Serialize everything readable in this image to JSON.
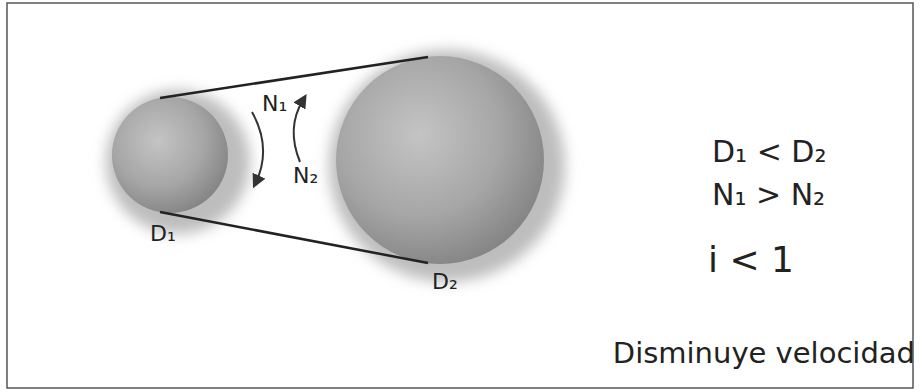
{
  "diagram": {
    "labels": [
      "N₁",
      "N₂",
      "D₁",
      "D₂",
      "D₁ < D₂",
      "N₁ > N₂",
      "i < 1",
      "Disminuye velocidad"
    ]
  }
}
